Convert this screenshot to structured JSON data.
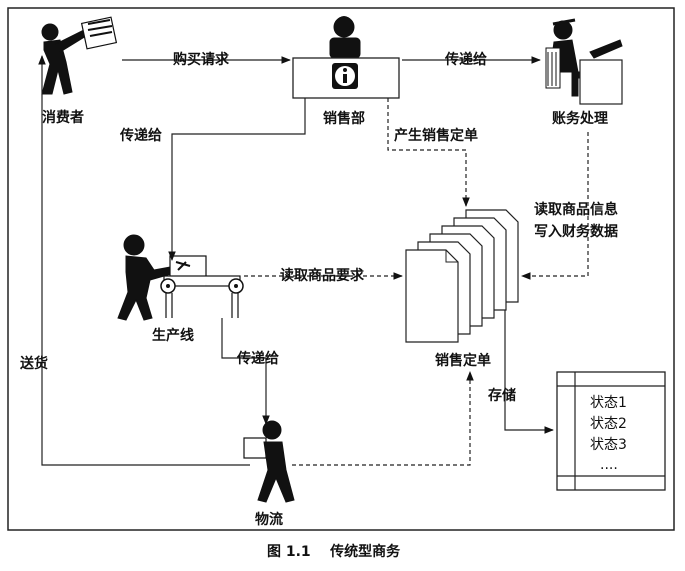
{
  "nodes": {
    "consumer": "消费者",
    "sales_dept": "销售部",
    "accounting": "账务处理",
    "production_line": "生产线",
    "sales_orders": "销售定单",
    "logistics": "物流"
  },
  "edges": {
    "purchase_request": "购买请求",
    "pass_to_accounting": "传递给",
    "pass_to_production": "传递给",
    "create_order": "产生销售定单",
    "read_goods_info_1": "读取商品信息",
    "read_goods_info_2": "写入财务数据",
    "read_goods_requirement": "读取商品要求",
    "pass_to_logistics": "传递给",
    "deliver": "送货",
    "storage": "存储"
  },
  "status_list": [
    "状态1",
    "状态2",
    "状态3",
    "...."
  ],
  "caption": "图 1.1    传统型商务"
}
